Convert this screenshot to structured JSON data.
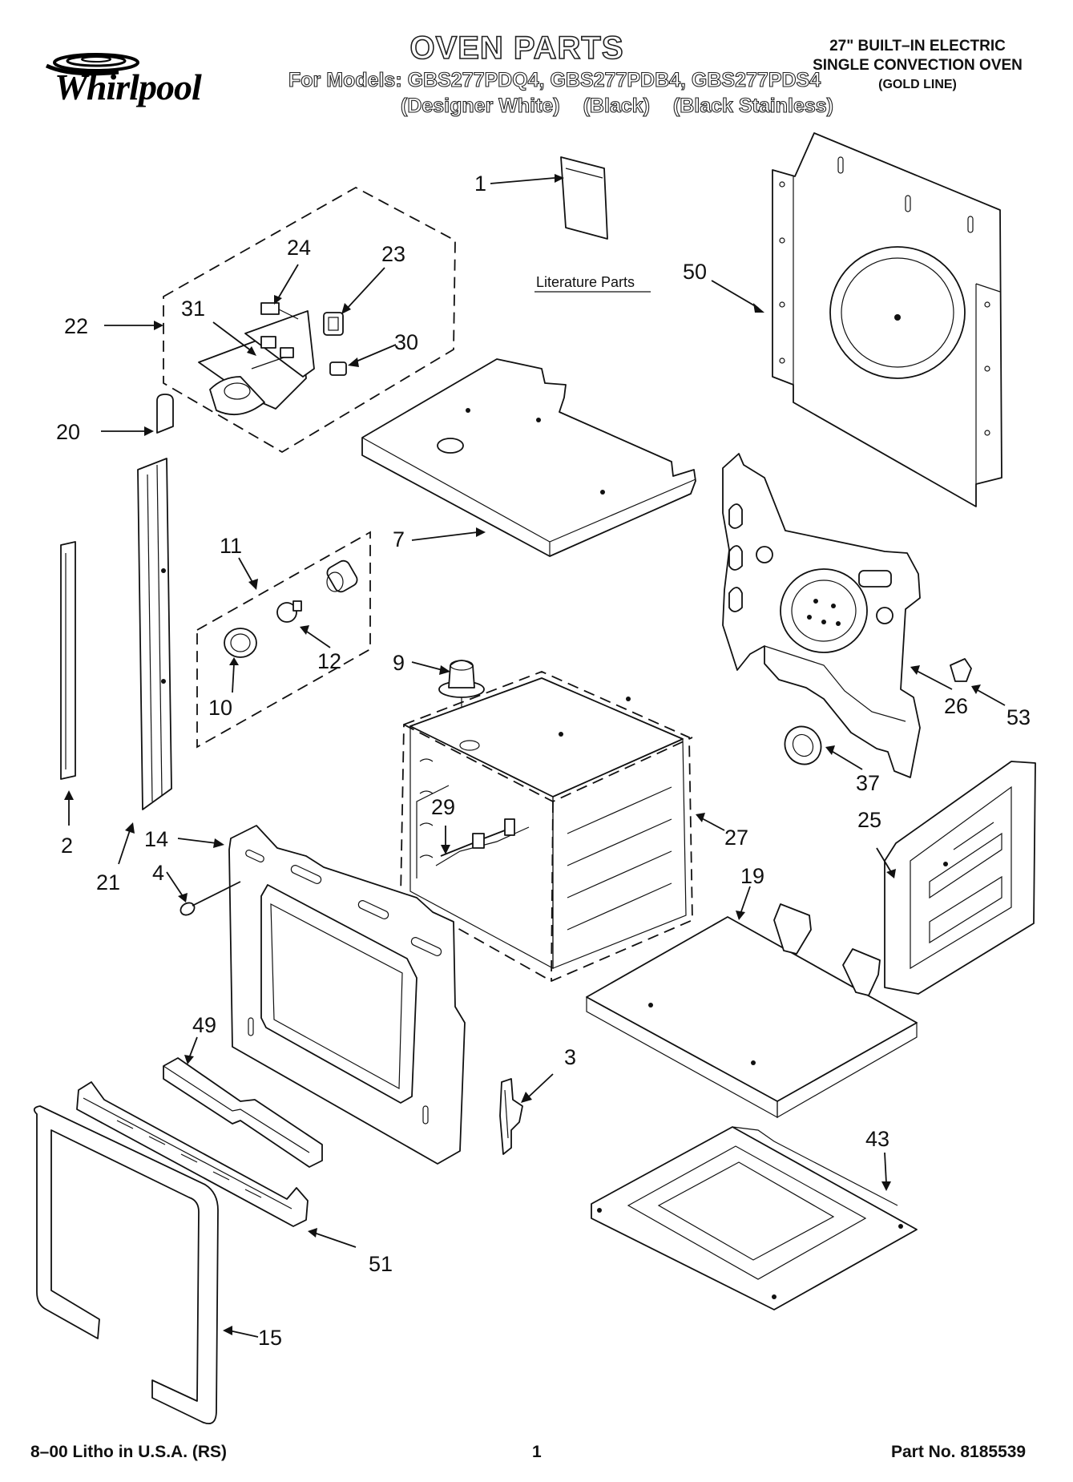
{
  "header": {
    "brand": "Whirlpool",
    "title": "OVEN PARTS",
    "models_line": "For Models: GBS277PDQ4, GBS277PDB4, GBS277PDS4",
    "variants": [
      "(Designer White)",
      "(Black)",
      "(Black Stainless)"
    ],
    "product_line1": "27\" BUILT–IN ELECTRIC",
    "product_line2": "SINGLE CONVECTION OVEN",
    "product_line3": "(GOLD LINE)"
  },
  "diagram": {
    "literature_label": "Literature Parts",
    "callouts": [
      "1",
      "50",
      "24",
      "23",
      "22",
      "31",
      "30",
      "20",
      "7",
      "11",
      "12",
      "10",
      "9",
      "53",
      "26",
      "37",
      "2",
      "21",
      "14",
      "4",
      "29",
      "27",
      "25",
      "19",
      "49",
      "3",
      "43",
      "51",
      "15"
    ]
  },
  "footer": {
    "litho": "8–00 Litho in U.S.A. (RS)",
    "page": "1",
    "part_no": "Part No. 8185539"
  },
  "colors": {
    "ink": "#111111",
    "paper": "#ffffff"
  }
}
